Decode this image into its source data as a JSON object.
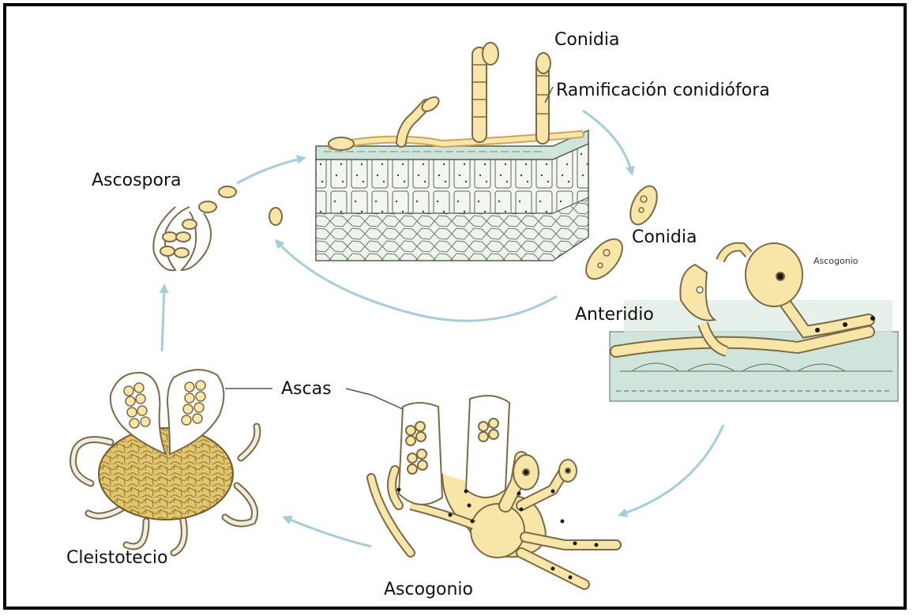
{
  "labels": {
    "conidia_top": "Conidia",
    "ramificacion": "Ramificación conidiófora",
    "ascospora": "Ascospora",
    "conidia_mid": "Conidia",
    "ascogonio_small": "Ascogonio",
    "anteridio": "Anteridio",
    "ascas": "Ascas",
    "cleistotecio": "Cleistotecio",
    "ascogonio_bottom": "Ascogonio"
  },
  "colors": {
    "cell_fill": "#f8e6a8",
    "cell_stroke": "#7a6a45",
    "tissue_fill": "#cfe5dc",
    "arrow": "#a6ced9",
    "nucleus": "#1a1a1a",
    "cleisto_fill": "#e2c56c"
  }
}
